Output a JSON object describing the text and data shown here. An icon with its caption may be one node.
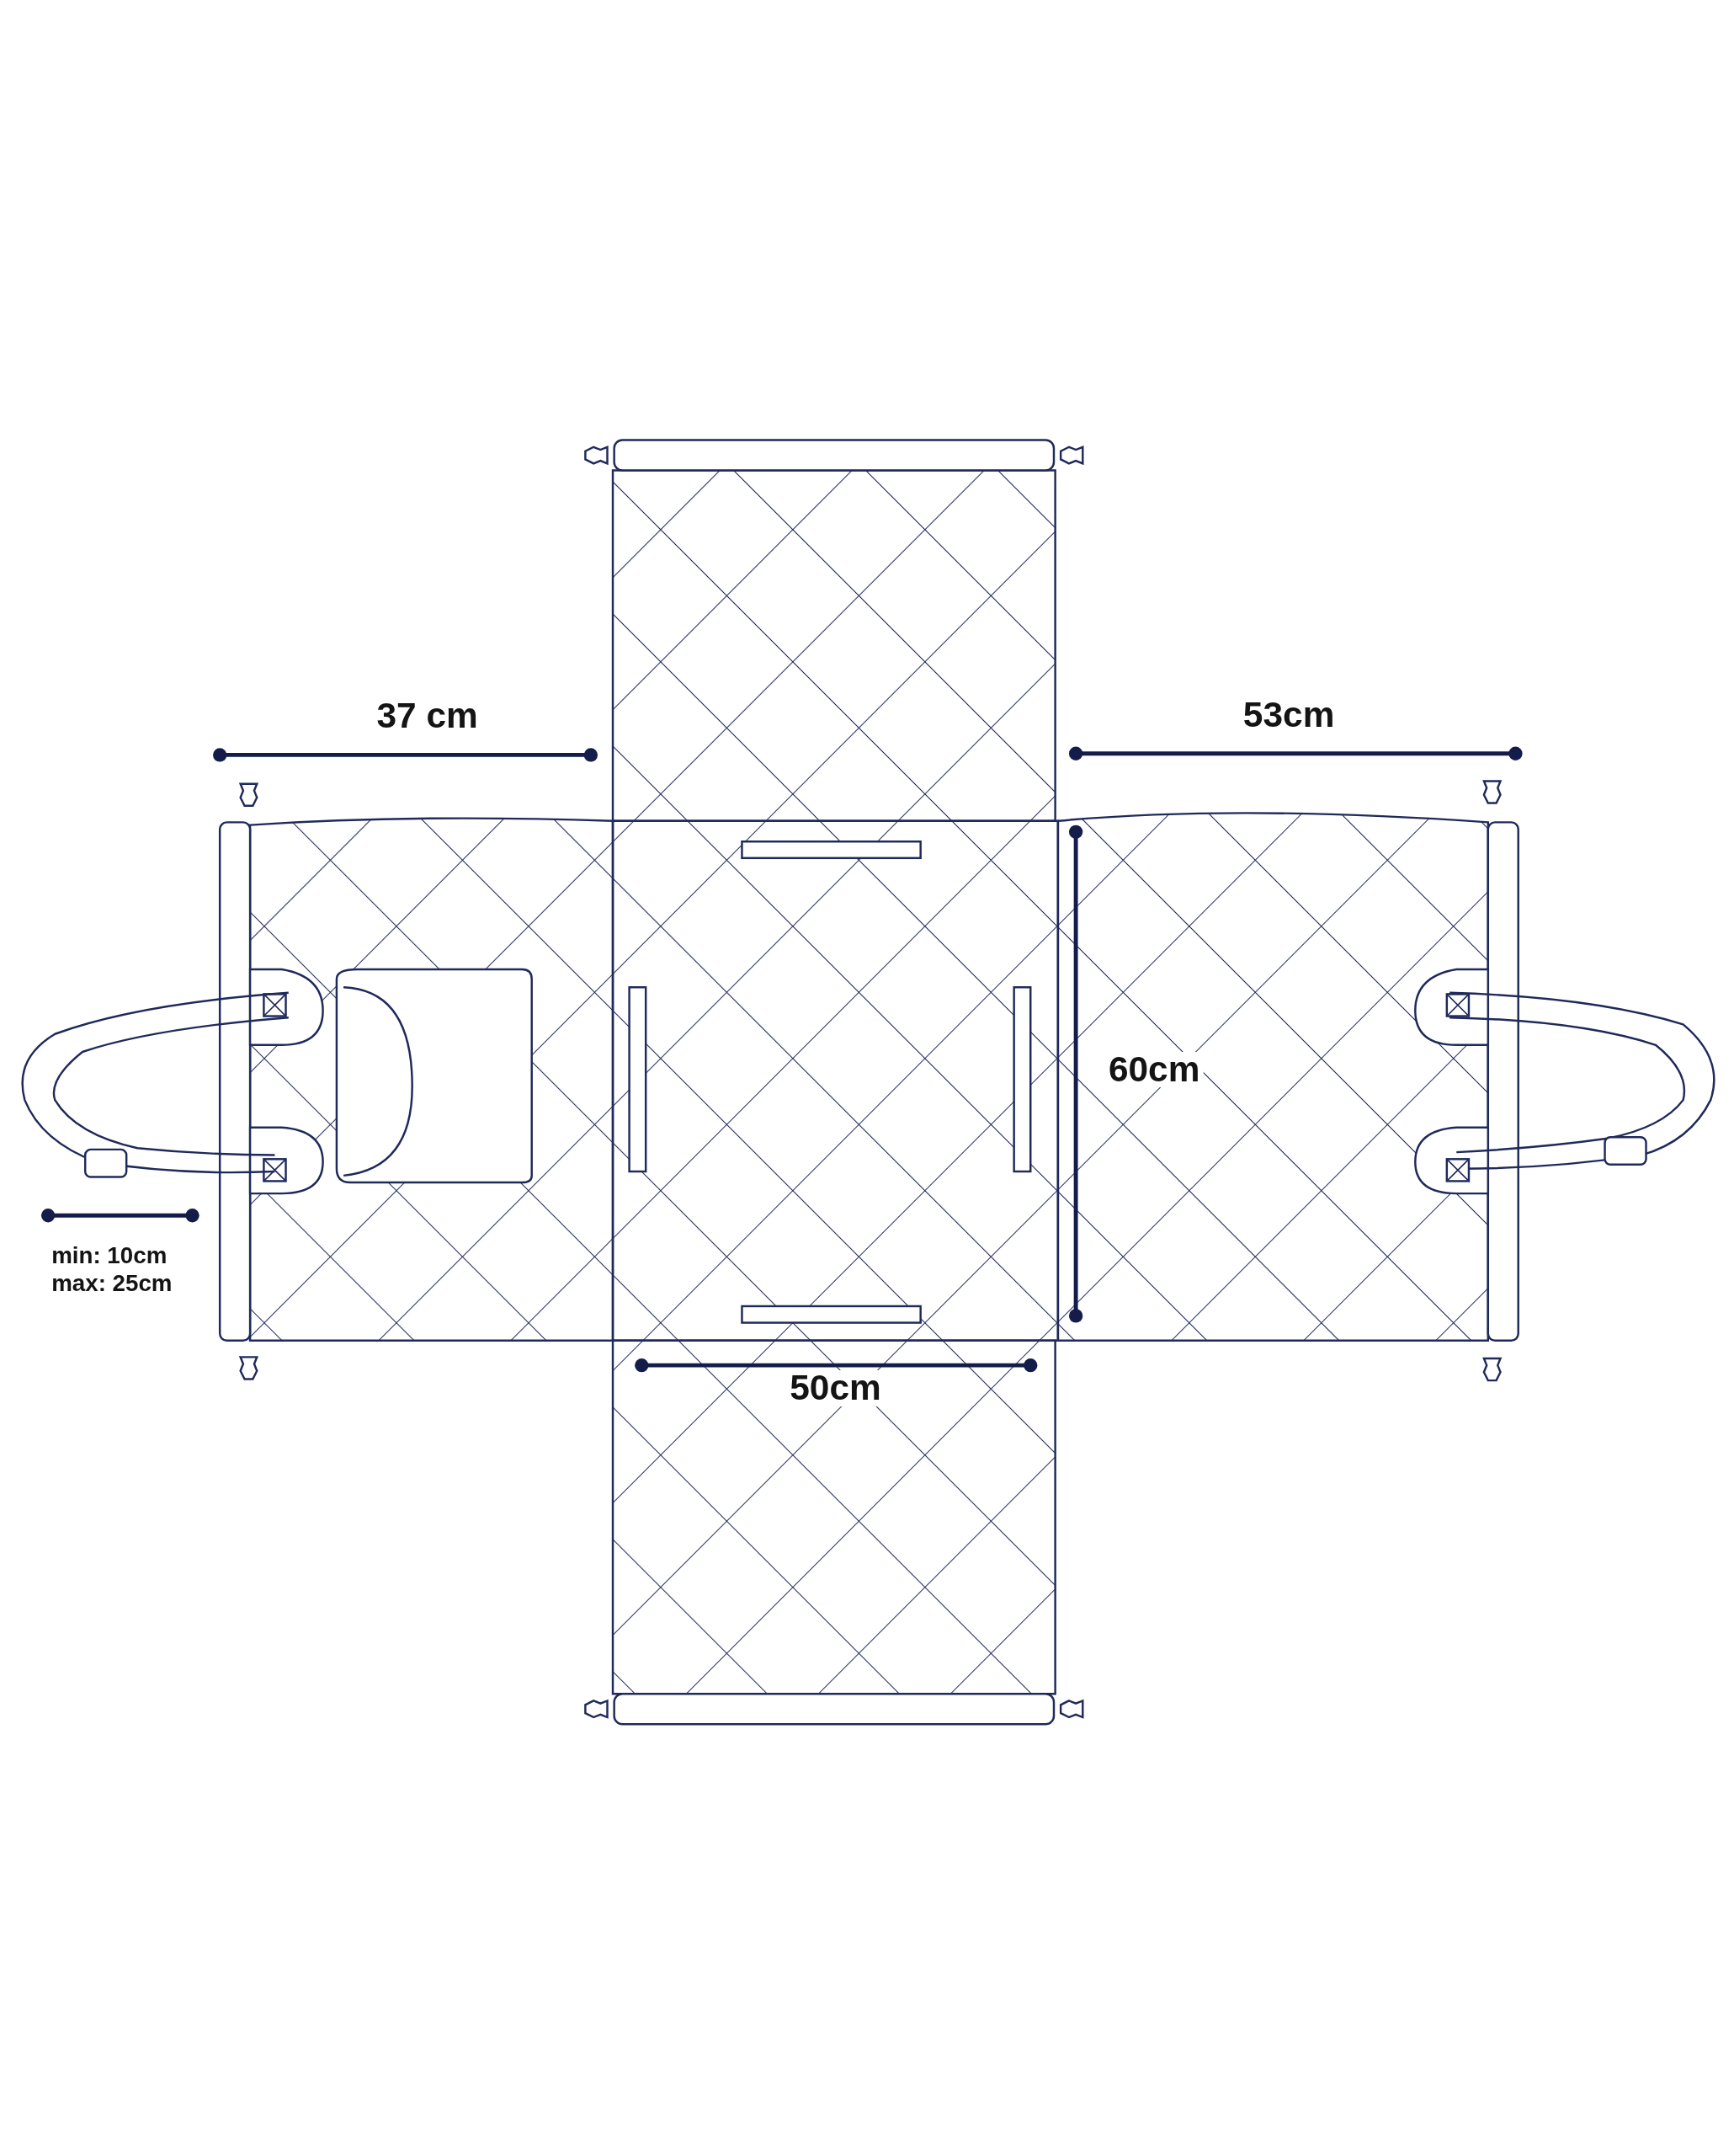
{
  "diagram": {
    "labels": [
      "37 cm",
      "53cm",
      "60cm",
      "50cm",
      "min: 10cm",
      "max: 25cm"
    ]
  }
}
